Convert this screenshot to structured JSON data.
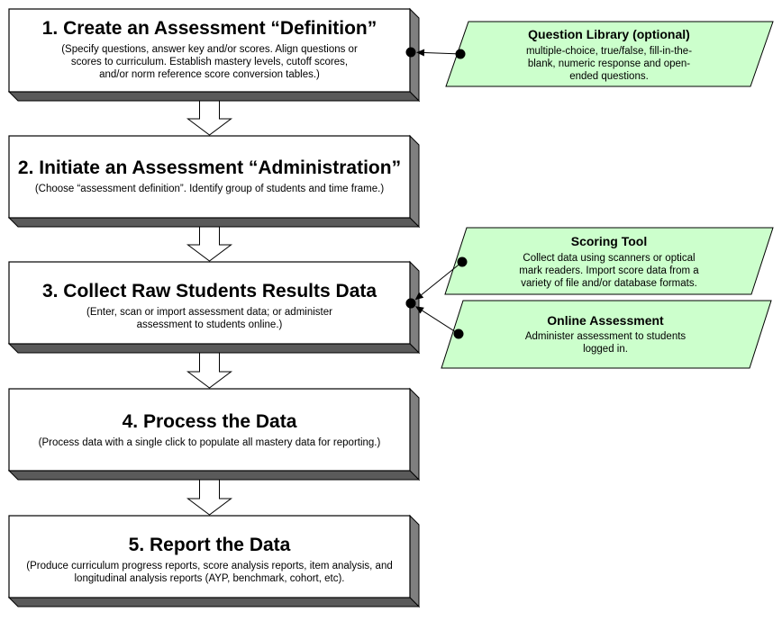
{
  "colors": {
    "box_fill": "#ffffff",
    "box_stroke": "#000000",
    "box_side": "#7f7f7f",
    "box_bottom": "#5a5a5a",
    "side_fill": "#ccffcc",
    "connector": "#000000"
  },
  "steps": [
    {
      "title": "1. Create an Assessment “Definition”",
      "desc": [
        "(Specify questions, answer key and/or scores. Align questions or",
        "scores to curriculum. Establish mastery levels, cutoff scores,",
        "and/or norm reference score conversion tables.)"
      ]
    },
    {
      "title": "2. Initiate an Assessment “Administration”",
      "desc": [
        "(Choose “assessment definition”. Identify group of students and time frame.)"
      ]
    },
    {
      "title": "3. Collect Raw Students Results Data",
      "desc": [
        "(Enter, scan or import assessment data; or administer",
        "assessment to students online.)"
      ]
    },
    {
      "title": "4. Process the Data",
      "desc": [
        "(Process data with a single click to populate all mastery data for reporting.)"
      ]
    },
    {
      "title": "5. Report the Data",
      "desc": [
        "(Produce curriculum progress reports, score analysis reports, item analysis, and",
        "longitudinal analysis reports (AYP, benchmark, cohort, etc)."
      ]
    }
  ],
  "side_inputs": [
    {
      "title": "Question Library (optional)",
      "desc": [
        "multiple-choice, true/false, fill-in-the-",
        "blank, numeric response and open-",
        "ended questions."
      ]
    },
    {
      "title": "Scoring Tool",
      "desc": [
        "Collect data using scanners or optical",
        "mark readers. Import score data from a",
        "variety of file and/or database formats."
      ]
    },
    {
      "title": "Online Assessment",
      "desc": [
        "Administer assessment to students",
        "logged in."
      ]
    }
  ]
}
